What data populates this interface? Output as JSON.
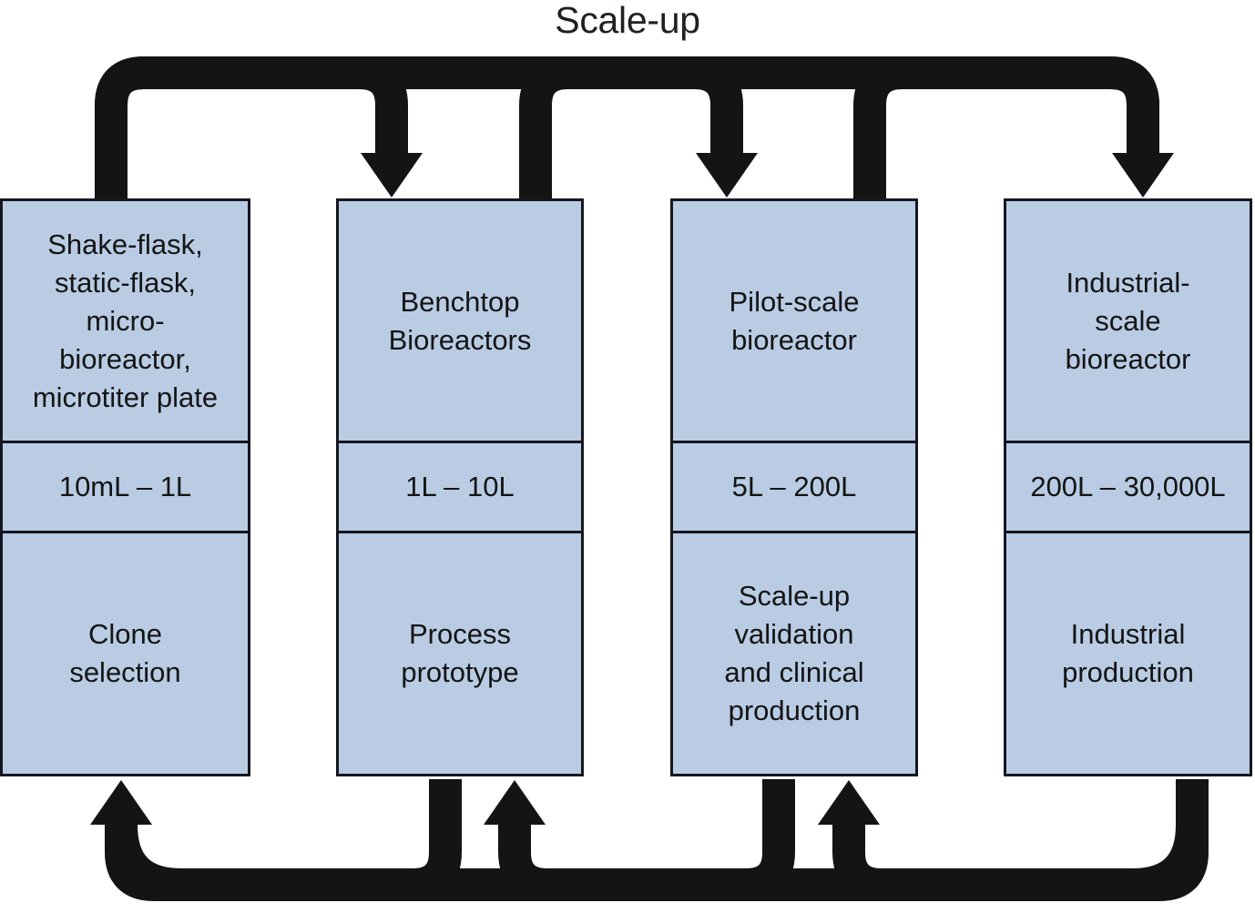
{
  "diagram": {
    "title": "Scale-up",
    "colors": {
      "box_fill": "#b9cce4",
      "box_border": "#16161f",
      "arrow": "#141414",
      "text": "#141414",
      "background": "#ffffff"
    },
    "columns": [
      {
        "id": "column-1",
        "vessel": "Shake-flask,\nstatic-flask,\nmicro-\nbioreactor,\nmicrotiter plate",
        "volume": "10mL – 1L",
        "purpose": "Clone\nselection"
      },
      {
        "id": "column-2",
        "vessel": "Benchtop\nBioreactors",
        "volume": "1L – 10L",
        "purpose": "Process\nprototype"
      },
      {
        "id": "column-3",
        "vessel": "Pilot-scale\nbioreactor",
        "volume": "5L – 200L",
        "purpose": "Scale-up\nvalidation\nand clinical\nproduction"
      },
      {
        "id": "column-4",
        "vessel": "Industrial-\nscale\nbioreactor",
        "volume": "200L – 30,000L",
        "purpose": "Industrial\nproduction"
      }
    ],
    "flows": {
      "forward_label": "Scale-up",
      "forward_arrows": [
        {
          "from": "column-1",
          "to": "column-2"
        },
        {
          "from": "column-2",
          "to": "column-3"
        },
        {
          "from": "column-3",
          "to": "column-4"
        }
      ],
      "return_arrows": [
        {
          "from": "column-2",
          "to": "column-1"
        },
        {
          "from": "column-3",
          "to": "column-2"
        },
        {
          "from": "column-4",
          "to": "column-3"
        }
      ]
    }
  }
}
